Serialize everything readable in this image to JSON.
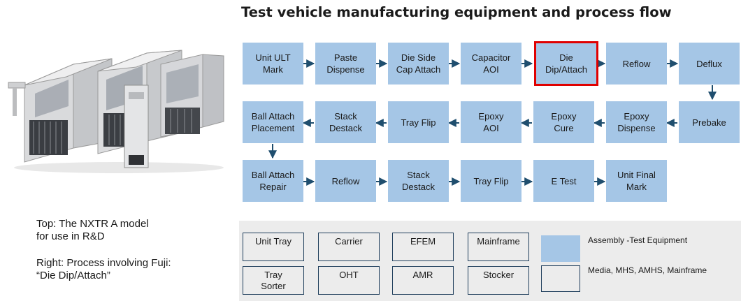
{
  "title": "Test vehicle manufacturing equipment and process flow",
  "captions": {
    "top": "Top: The NXTR A model\nfor use in R&D",
    "right": "Right: Process involving Fuji:\n“Die Dip/Attach”"
  },
  "colors": {
    "step_fill": "#a5c6e6",
    "highlight": "#e00000",
    "arrow": "#1f4e6e",
    "panel": "#ececec"
  },
  "flow": {
    "row1": [
      "Unit ULT\nMark",
      "Paste\nDispense",
      "Die Side\nCap Attach",
      "Capacitor\nAOI",
      "Die\nDip/Attach",
      "Reflow",
      "Deflux"
    ],
    "row2": [
      "Ball Attach\nPlacement",
      "Stack\nDestack",
      "Tray Flip",
      "Epoxy\nAOI",
      "Epoxy\nCure",
      "Epoxy\nDispense",
      "Prebake"
    ],
    "row3": [
      "Ball Attach\nRepair",
      "Reflow",
      "Stack\nDestack",
      "Tray Flip",
      "E Test",
      "Unit Final\nMark"
    ],
    "highlighted": "Die\nDip/Attach"
  },
  "media": {
    "row1": [
      "Unit Tray",
      "Carrier",
      "EFEM",
      "Mainframe"
    ],
    "row2": [
      "Tray\nSorter",
      "OHT",
      "AMR",
      "Stocker"
    ]
  },
  "legend": {
    "equipment": "Assembly -Test Equipment",
    "media": "Media, MHS, AMHS, Mainframe"
  }
}
